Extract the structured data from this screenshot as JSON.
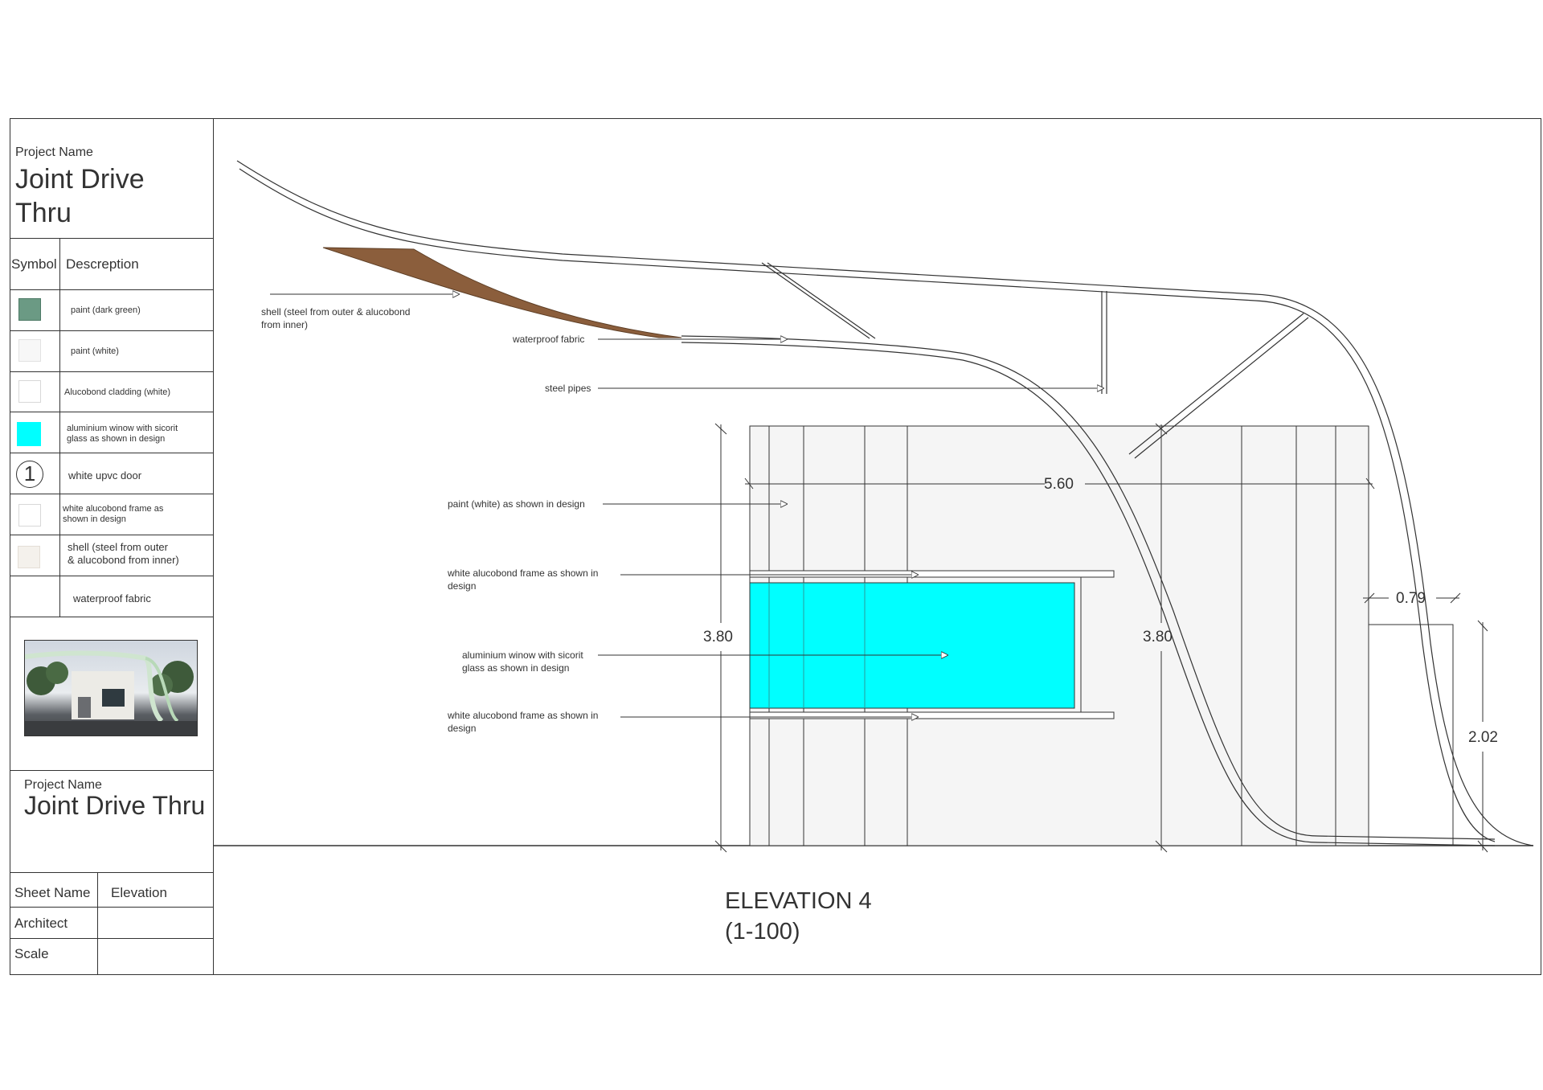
{
  "sidebar": {
    "project_label_top": "Project Name",
    "project_title_top_line1": "Joint  Drive",
    "project_title_top_line2": "Thru",
    "legend_header_symbol": "Symbol",
    "legend_header_description": "Descreption",
    "legend": [
      {
        "description": "paint  (dark green)",
        "color": "#6b9a84"
      },
      {
        "description": "paint  (white)",
        "color": "#f7f7f7"
      },
      {
        "description": "Alucobond cladding (white)",
        "color": "#ffffff"
      },
      {
        "description_line1": "aluminium winow with sicorit",
        "description_line2": "glass  as shown in design",
        "color": "#00ffff"
      },
      {
        "symbol": "1",
        "description": "white upvc door"
      },
      {
        "description_line1": "white alucobond frame as",
        "description_line2": "shown in design",
        "color": "#ffffff"
      },
      {
        "description_line1": "shell (steel from outer",
        "description_line2": "& alucobond  from inner)",
        "color": "#f4f1ec"
      },
      {
        "description": "waterproof fabric"
      }
    ],
    "project_label_bottom": "Project Name",
    "project_title_bottom": "Joint Drive Thru",
    "sheet_name_label": "Sheet Name",
    "sheet_name_value": "Elevation",
    "architect_label": "Architect",
    "scale_label": "Scale"
  },
  "drawing": {
    "annotations": {
      "shell_line1": "shell (steel from outer & alucobond",
      "shell_line2": "from inner)",
      "waterproof": "waterproof fabric",
      "steel_pipes": "steel pipes",
      "paint_white": "paint (white) as shown in design",
      "frame_top_line1": "white alucobond  frame as shown in",
      "frame_top_line2": "design",
      "window_line1": "aluminium winow with sicorit",
      "window_line2": "glass  as shown in design",
      "frame_bottom_line1": "white alucobond  frame as shown in",
      "frame_bottom_line2": "design"
    },
    "dimensions": {
      "width_top": "5.60",
      "height_left": "3.80",
      "height_right": "3.80",
      "offset": "0.79",
      "door_height": "2.02"
    },
    "colors": {
      "fabric": "#8b5e3c",
      "glass": "#00ffff",
      "wall": "#f5f5f5",
      "line": "#333333"
    },
    "title_line1": "ELEVATION 4",
    "title_line2": "(1-100)"
  }
}
